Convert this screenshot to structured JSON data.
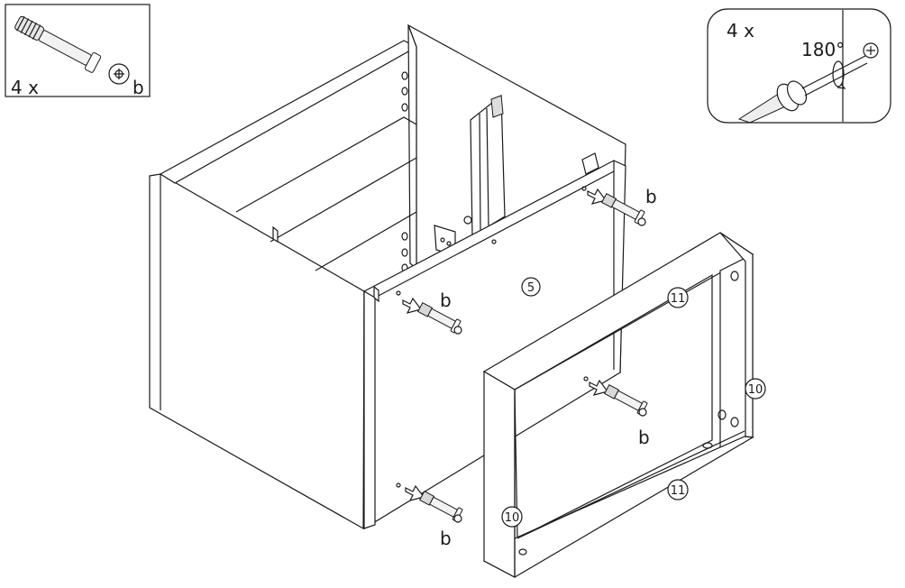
{
  "callout_left": {
    "count": "4 x",
    "part": "b"
  },
  "callout_right": {
    "count": "4 x",
    "angle": "180°"
  },
  "parts": {
    "cabinet": "5",
    "rail_top": "11",
    "rail_bottom": "11",
    "stile_right": "10",
    "stile_left": "10"
  },
  "bolt_labels": {
    "top_right": "b",
    "middle": "b",
    "lower_right": "b",
    "bottom": "b"
  }
}
